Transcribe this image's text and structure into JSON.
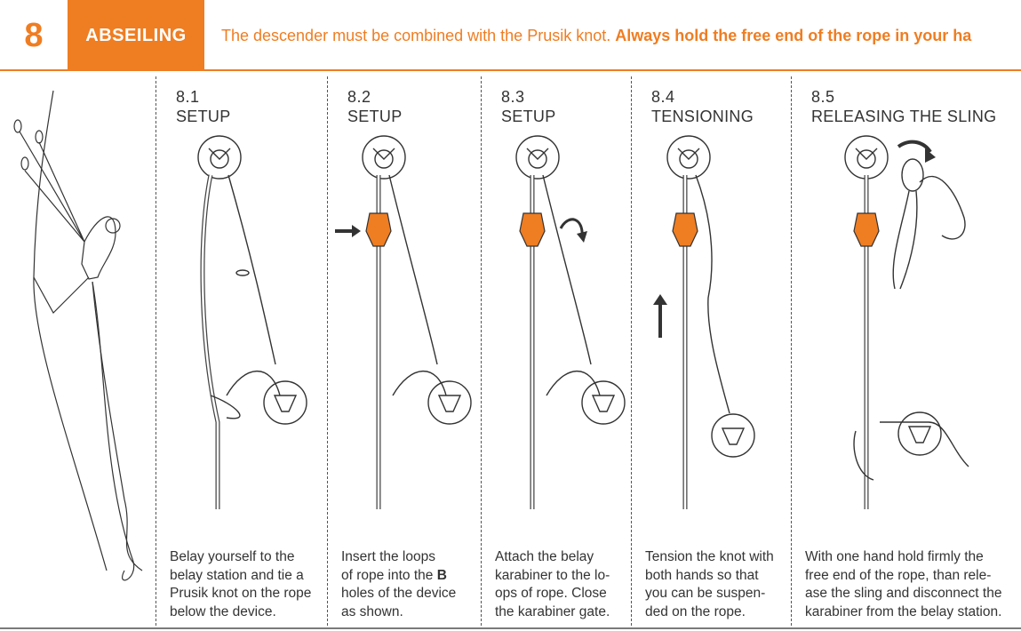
{
  "header": {
    "step_number": "8",
    "title": "ABSEILING",
    "instruction_normal": "The descender must be combined with the Prusik knot. ",
    "instruction_bold": "Always hold the free end of the rope in your ha"
  },
  "panels": [
    {
      "number": "8.1",
      "title": "SETUP",
      "caption": [
        "Belay yourself to the",
        "belay station and tie a",
        "Prusik knot on the rope",
        "below the device."
      ]
    },
    {
      "number": "8.2",
      "title": "SETUP",
      "caption_parts": [
        "Insert the loops",
        "of rope into the ",
        "B",
        "holes of the device",
        "as shown."
      ]
    },
    {
      "number": "8.3",
      "title": "SETUP",
      "caption": [
        "Attach the belay",
        "karabiner to the lo-",
        "ops of rope. Close",
        "the karabiner gate."
      ]
    },
    {
      "number": "8.4",
      "title": "TENSIONING",
      "caption": [
        "Tension the knot with",
        "both hands so that",
        "you can be suspen-",
        "ded on the rope."
      ]
    },
    {
      "number": "8.5",
      "title": "RELEASING THE SLING",
      "caption": [
        "With one hand hold firmly the",
        "free end of the rope, than rele-",
        "ase the sling and disconnect the",
        "karabiner from the belay station."
      ]
    }
  ],
  "colors": {
    "accent": "#ef7d22",
    "ink": "#333333"
  }
}
